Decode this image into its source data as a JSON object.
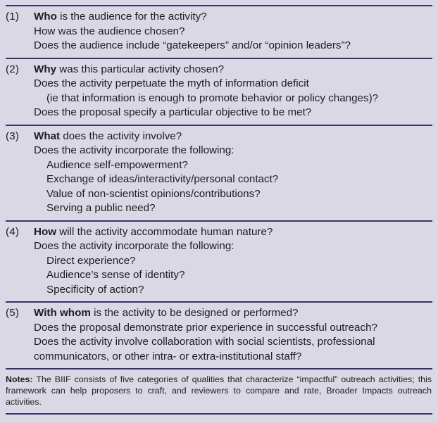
{
  "figure": {
    "type": "table-figure",
    "background_color": "#d9d8e4",
    "rule_color": "#3b3270",
    "text_color": "#1d1d20"
  },
  "sections": [
    {
      "number": "(1)",
      "lines": [
        {
          "indent": 1,
          "bold": "Who",
          "rest": " is the audience for the activity?"
        },
        {
          "indent": 1,
          "bold": "",
          "rest": "How was the audience chosen?"
        },
        {
          "indent": 1,
          "bold": "",
          "rest": "Does the audience include “gatekeepers” and/or “opinion leaders”?"
        }
      ]
    },
    {
      "number": "(2)",
      "lines": [
        {
          "indent": 1,
          "bold": "Why",
          "rest": " was this particular activity chosen?"
        },
        {
          "indent": 1,
          "bold": "",
          "rest": "Does the activity perpetuate the myth of information deficit"
        },
        {
          "indent": 2,
          "bold": "",
          "rest": "(ie that information is enough to promote behavior or policy changes)?"
        },
        {
          "indent": 1,
          "bold": "",
          "rest": "Does the proposal specify a particular objective to be met?"
        }
      ]
    },
    {
      "number": "(3)",
      "lines": [
        {
          "indent": 1,
          "bold": "What",
          "rest": " does the activity involve?"
        },
        {
          "indent": 1,
          "bold": "",
          "rest": "Does the activity incorporate the following:"
        },
        {
          "indent": 2,
          "bold": "",
          "rest": "Audience self-empowerment?"
        },
        {
          "indent": 2,
          "bold": "",
          "rest": "Exchange of ideas/interactivity/personal contact?"
        },
        {
          "indent": 2,
          "bold": "",
          "rest": "Value of non-scientist opinions/contributions?"
        },
        {
          "indent": 2,
          "bold": "",
          "rest": "Serving a public need?"
        }
      ]
    },
    {
      "number": "(4)",
      "lines": [
        {
          "indent": 1,
          "bold": "How",
          "rest": " will the activity accommodate human nature?"
        },
        {
          "indent": 1,
          "bold": "",
          "rest": "Does the activity incorporate the following:"
        },
        {
          "indent": 2,
          "bold": "",
          "rest": "Direct experience?"
        },
        {
          "indent": 2,
          "bold": "",
          "rest": "Audience’s sense of identity?"
        },
        {
          "indent": 2,
          "bold": "",
          "rest": "Specificity of action?"
        }
      ]
    },
    {
      "number": "(5)",
      "lines": [
        {
          "indent": 1,
          "bold": "With whom",
          "rest": " is the activity to be designed or performed?"
        },
        {
          "indent": 1,
          "bold": "",
          "rest": "Does the proposal demonstrate prior experience in successful outreach?"
        },
        {
          "indent": 1,
          "bold": "",
          "rest": "Does the activity involve collaboration with social scientists, professional"
        },
        {
          "indent": 1,
          "bold": "",
          "rest": "communicators, or other intra- or extra-institutional staff?"
        }
      ]
    }
  ],
  "notes": {
    "label": "Notes:",
    "text": " The BIIF consists of five categories of qualities that characterize “impactful” outreach activities; this framework can help proposers to craft, and reviewers to compare and rate, Broader Impacts outreach activities."
  }
}
